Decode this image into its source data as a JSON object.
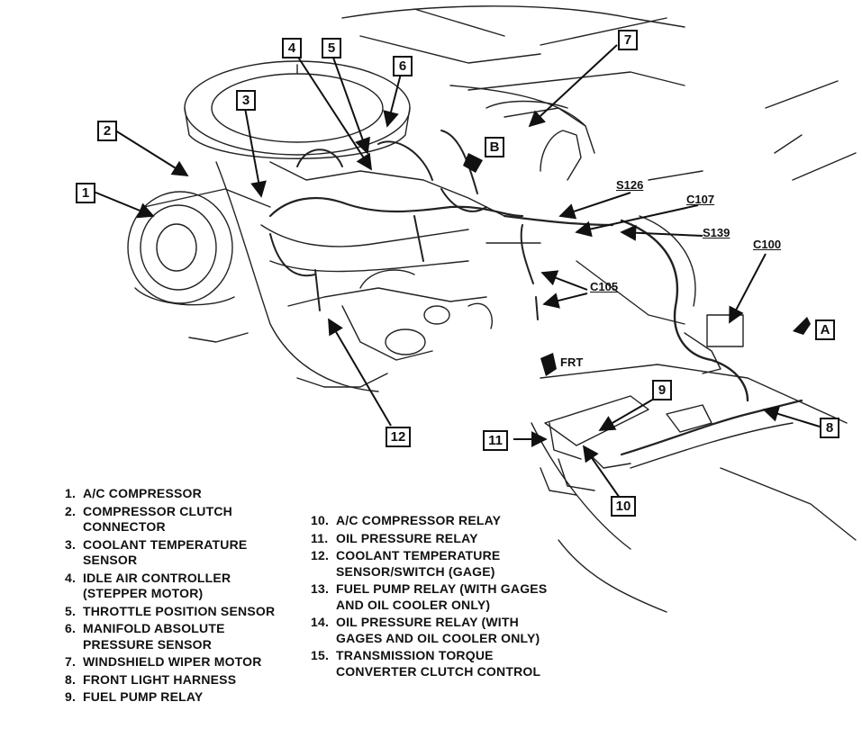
{
  "callouts": {
    "c1": "1",
    "c2": "2",
    "c3": "3",
    "c4": "4",
    "c5": "5",
    "c6": "6",
    "c7": "7",
    "c8": "8",
    "c9": "9",
    "c10": "10",
    "c11": "11",
    "c12": "12",
    "cA": "A",
    "cB": "B"
  },
  "connectors": {
    "s126": "S126",
    "c107": "C107",
    "s139": "S139",
    "c100": "C100",
    "c105": "C105"
  },
  "direction_label": "FRT",
  "legend": {
    "col1": [
      {
        "num": "1.",
        "text": "A/C COMPRESSOR"
      },
      {
        "num": "2.",
        "text": "COMPRESSOR CLUTCH CONNECTOR"
      },
      {
        "num": "3.",
        "text": "COOLANT TEMPERATURE SENSOR"
      },
      {
        "num": "4.",
        "text": "IDLE AIR CONTROLLER (STEPPER MOTOR)"
      },
      {
        "num": "5.",
        "text": "THROTTLE POSITION SENSOR"
      },
      {
        "num": "6.",
        "text": "MANIFOLD ABSOLUTE PRESSURE SENSOR"
      },
      {
        "num": "7.",
        "text": "WINDSHIELD WIPER MOTOR"
      },
      {
        "num": "8.",
        "text": "FRONT LIGHT HARNESS"
      },
      {
        "num": "9.",
        "text": "FUEL PUMP RELAY"
      }
    ],
    "col2": [
      {
        "num": "10.",
        "text": "A/C COMPRESSOR RELAY"
      },
      {
        "num": "11.",
        "text": "OIL PRESSURE RELAY"
      },
      {
        "num": "12.",
        "text": "COOLANT TEMPERATURE SENSOR/SWITCH (GAGE)"
      },
      {
        "num": "13.",
        "text": "FUEL PUMP RELAY (WITH GAGES AND OIL COOLER ONLY)"
      },
      {
        "num": "14.",
        "text": "OIL PRESSURE RELAY (WITH GAGES AND OIL COOLER ONLY)"
      },
      {
        "num": "15.",
        "text": "TRANSMISSION TORQUE CONVERTER CLUTCH CONTROL"
      }
    ]
  }
}
